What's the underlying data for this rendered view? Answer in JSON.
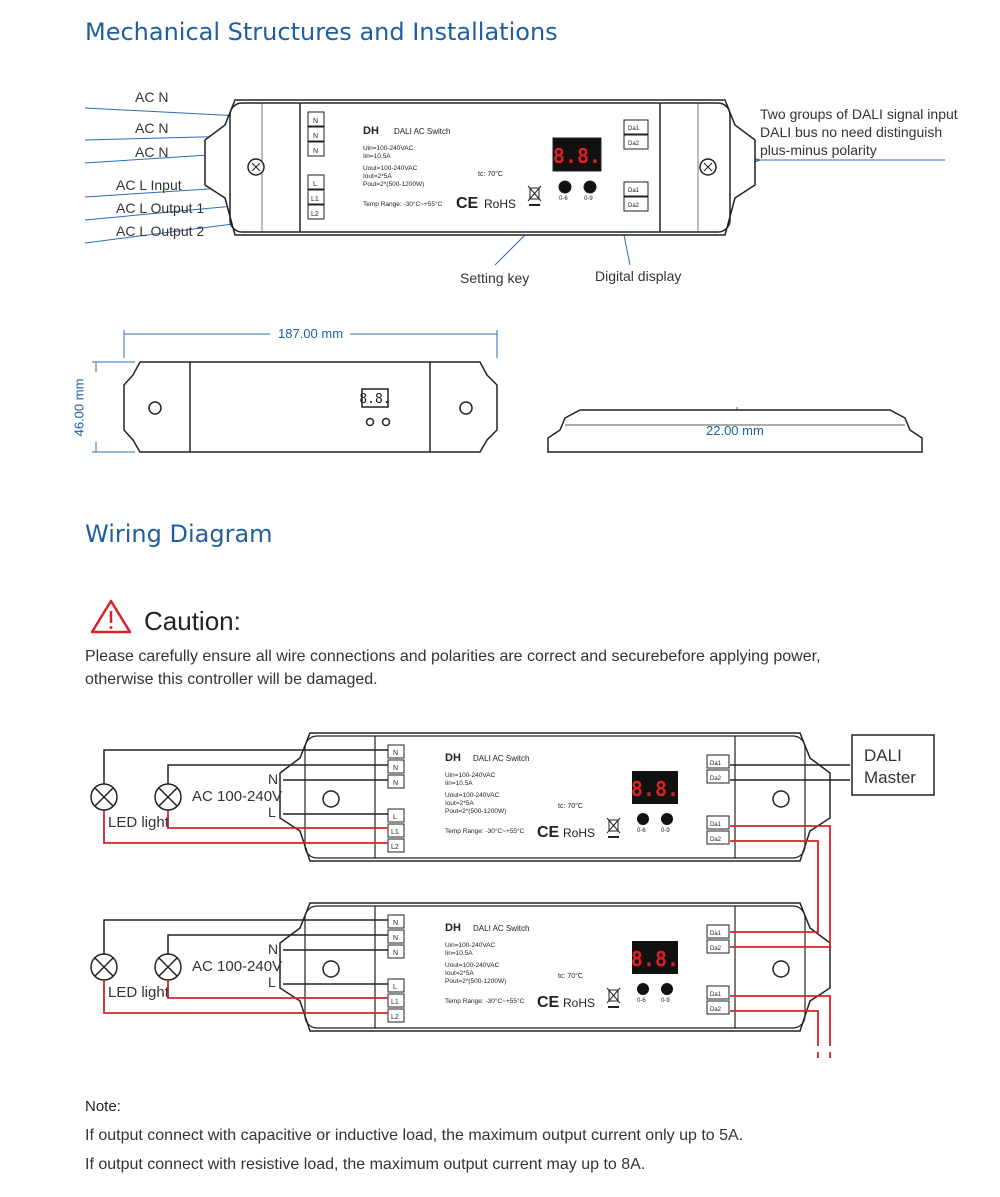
{
  "section1": {
    "title": "Mechanical Structures and Installations"
  },
  "top_labels": {
    "ac_n_1": "AC N",
    "ac_n_2": "AC N",
    "ac_n_3": "AC N",
    "ac_l_input": "AC L Input",
    "ac_l_output_1": "AC L Output 1",
    "ac_l_output_2": "AC L Output 2",
    "dali_note_1": "Two groups of DALI signal input",
    "dali_note_2": "DALI bus no need distinguish",
    "dali_note_3": "plus-minus polarity",
    "setting_key": "Setting key",
    "digital_display": "Digital display"
  },
  "device": {
    "brand": "DH",
    "type": "DALI",
    "model": "AC Switch",
    "uin": "Uin=100-240VAC",
    "iin": "Iin=10.5A",
    "uout": "Uout=100-240VAC",
    "iout": "Iout=2*5A",
    "pout": "Pout=2*(500-1200W)",
    "temp": "Temp Range: -30°C~+55°C",
    "tc": "tc: 70°C",
    "ce": "CE",
    "rohs": "RoHS",
    "key1": "0-6",
    "key2": "0-9",
    "display": "8.8.",
    "term_n": "N",
    "term_l": "L",
    "term_l1": "L1",
    "term_l2": "L2",
    "term_da1": "Da1",
    "term_da2": "Da2"
  },
  "dimensions": {
    "length": "187.00 mm",
    "width": "46.00 mm",
    "height": "22.00 mm"
  },
  "section2": {
    "title": "Wiring Diagram"
  },
  "caution": {
    "title": "Caution:",
    "line1": "Please carefully ensure all wire connections and polarities are correct and securebefore applying power,",
    "line2": "otherwise this controller will be damaged."
  },
  "wiring": {
    "n_label": "N",
    "l_label": "L",
    "ac_label": "AC 100-240V",
    "led_label": "LED light",
    "dali_master_1": "DALI",
    "dali_master_2": "Master"
  },
  "note": {
    "title": "Note:",
    "line1": "If output connect with capacitive or inductive load, the maximum output current only up to 5A.",
    "line2": "If output connect with resistive load, the maximum output current may up to 8A."
  },
  "colors": {
    "title_blue": "#1f5fa0",
    "dim_blue": "#2a6db5",
    "wire_red": "#d8232a",
    "display_red": "#e02020",
    "caution_red": "#d8232a"
  }
}
